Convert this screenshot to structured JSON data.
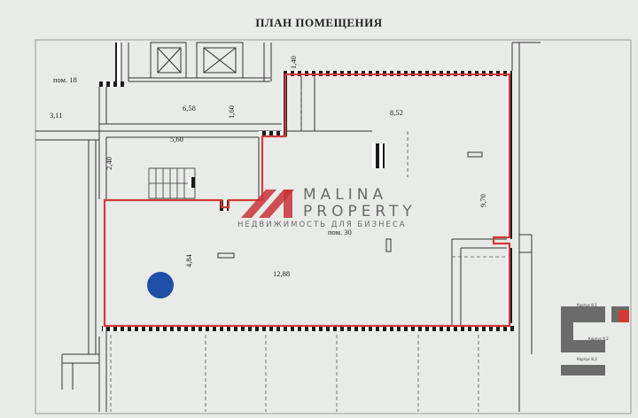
{
  "title": "ПЛАН ПОМЕЩЕНИЯ",
  "labels": {
    "room_18": "пом. 18",
    "room_30": "пом. 30",
    "dim_3_11": "3,11",
    "dim_6_58": "6,58",
    "dim_1_60": "1,60",
    "dim_1_40": "1,40",
    "dim_8_52": "8,52",
    "dim_5_60": "5,60",
    "dim_2_40": "2,40",
    "dim_9_70": "9,70",
    "dim_4_84": "4,84",
    "dim_12_88": "12,88"
  },
  "watermark": {
    "brand_line1": "MALINA",
    "brand_line2": "PROPERTY",
    "tagline": "НЕДВИЖИМОСТЬ ДЛЯ БИЗНЕСА",
    "logo_color": "#c8323a"
  },
  "marker": {
    "color": "#1f4fa6"
  },
  "outline_color": "#d23a3a",
  "key_plan": {
    "labels": [
      "Корпус 8,1",
      "Корпус 8,2",
      "Корпус 8,3"
    ],
    "highlight_color": "#d23a3a"
  }
}
